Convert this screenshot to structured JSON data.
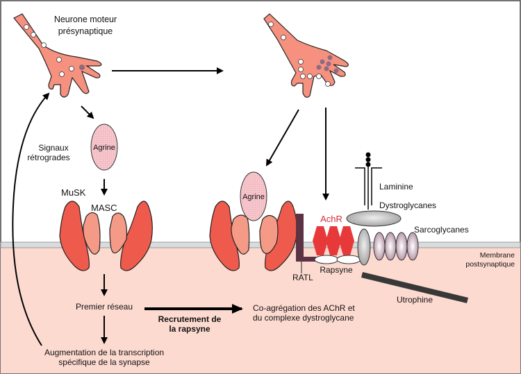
{
  "title": "Neuromuscular junction formation - agrin / MuSK signaling",
  "colors": {
    "neuron": "#f7917f",
    "musk": "#ee5b4d",
    "masc": "#f59a86",
    "agrine": "#f6c6cc",
    "achr": "#e8393a",
    "achr_label": "#d42a3a",
    "ratl": "#5c3344",
    "postsynaptic_bg": "#fddad0",
    "membrane": "#d9dcdc",
    "dystroglycane": "#bdbdbd",
    "sarcoglycane": "#c9aab8",
    "utrophine": "#383838",
    "vesicle_full": "#8e6b84"
  },
  "labels": {
    "neuron": [
      "Neurone moteur",
      "présynaptique"
    ],
    "signaux": [
      "Signaux",
      "rétrogrades"
    ],
    "agrine_left": "Agrine",
    "agrine_right": "Agrine",
    "musk": "MuSK",
    "masc": "MASC",
    "achr": "AchR",
    "rapsyne": "Rapsyne",
    "ratl": "RATL",
    "laminine": "Laminine",
    "dystroglycanes": "Dystroglycanes",
    "sarcoglycanes": "Sarcoglycanes",
    "membrane": [
      "Membrane",
      "postsynaptique"
    ],
    "utrophine": "Utrophine",
    "premier_reseau": "Premier réseau",
    "recrutement": [
      "Recrutement de",
      "la rapsyne"
    ],
    "coagregation": [
      "Co-agrégation des AChR et",
      "du complexe dystroglycane"
    ],
    "augmentation": [
      "Augmentation de la transcription",
      "spécifique de la synapse"
    ]
  }
}
